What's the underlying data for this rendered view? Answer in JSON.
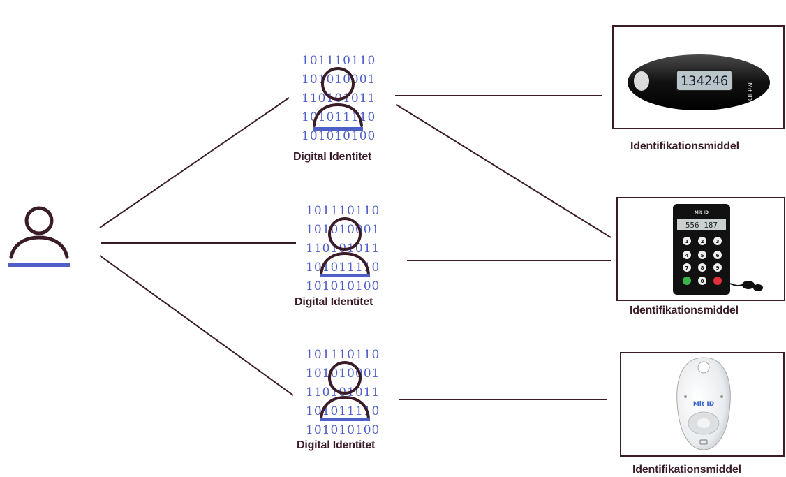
{
  "identities": [
    {
      "bits": [
        "101110110",
        "101010001",
        "110101011",
        "101011110",
        "101010100"
      ],
      "label": "Digital Identitet"
    },
    {
      "bits": [
        "101110110",
        "101010001",
        "110101011",
        "101011110",
        "101010100"
      ],
      "label": "Digital Identitet"
    },
    {
      "bits": [
        "101110110",
        "101010001",
        "110101011",
        "101011110",
        "101010100"
      ],
      "label": "Digital Identitet"
    }
  ],
  "devices": [
    {
      "label": "Identifikationsmiddel",
      "type": "key-fob",
      "display": "134246",
      "brand": "Mit ID"
    },
    {
      "label": "Identifikationsmiddel",
      "type": "code-reader",
      "display": "556 187",
      "brand": "Mit ID",
      "keys": [
        "1",
        "2",
        "3",
        "4",
        "5",
        "6",
        "7",
        "8",
        "9",
        "",
        "0",
        ""
      ]
    },
    {
      "label": "Identifikationsmiddel",
      "type": "chip",
      "brand": "Mit ID"
    }
  ],
  "colors": {
    "line": "#3a1b28",
    "accent": "#4f5fc8"
  }
}
